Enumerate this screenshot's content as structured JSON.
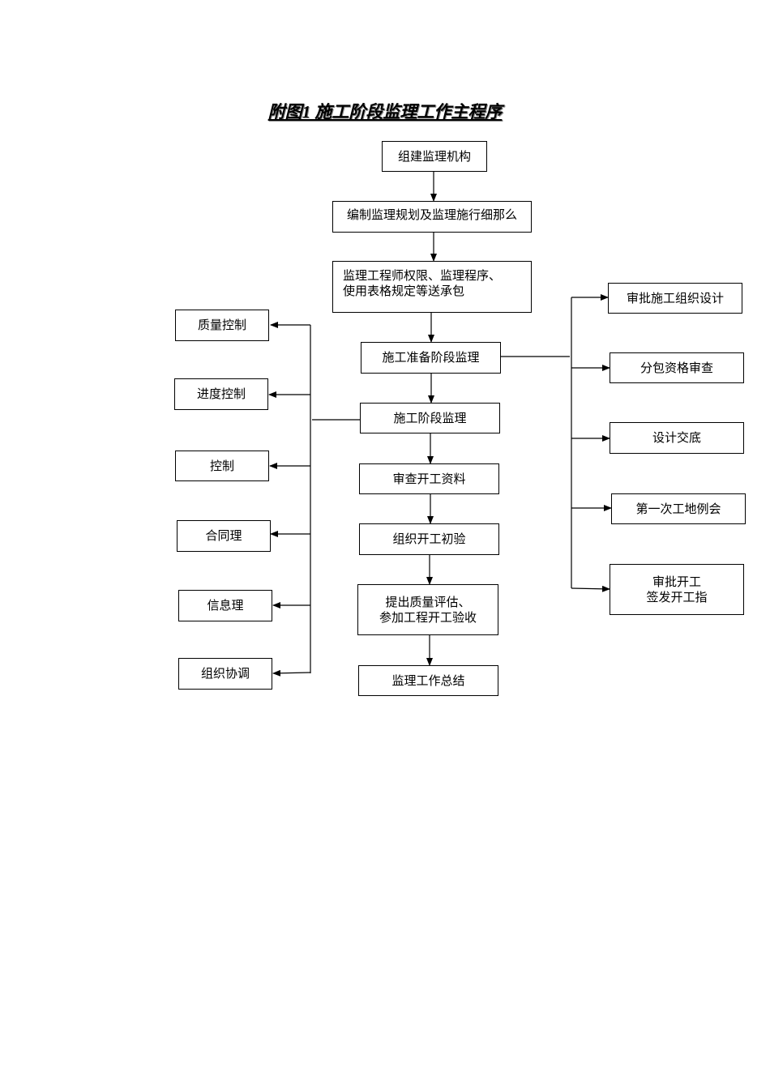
{
  "title": "附图1 施工阶段监理工作主程序",
  "center_steps": [
    "组建监理机构",
    "编制监理规划及监理施行细那么",
    "监理工程师权限、监理程序、\n使用表格规定等送承包",
    "施工准备阶段监理",
    "施工阶段监理",
    "审查开工资料",
    "组织开工初验",
    "提出质量评估、\n参加工程开工验收",
    "监理工作总结"
  ],
  "left_items": [
    "质量控制",
    "进度控制",
    "控制",
    "合同理",
    "信息理",
    "组织协调"
  ],
  "right_items": [
    "审批施工组织设计",
    "分包资格审查",
    "设计交底",
    "第一次工地例会",
    "审批开工\n签发开工指"
  ]
}
